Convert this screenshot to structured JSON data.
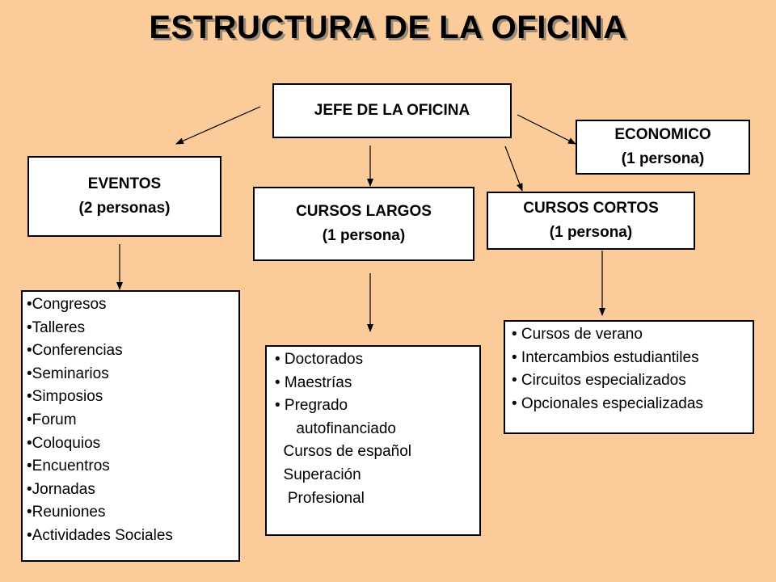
{
  "title": "ESTRUCTURA DE LA OFICINA",
  "boxes": {
    "jefe": {
      "line1": "JEFE DE LA OFICINA"
    },
    "economico": {
      "line1": "ECONOMICO",
      "line2": "(1 persona)"
    },
    "eventos": {
      "line1": "EVENTOS",
      "line2": "(2 personas)"
    },
    "cursos_largos": {
      "line1": "CURSOS LARGOS",
      "line2": "(1 persona)"
    },
    "cursos_cortos": {
      "line1": "CURSOS CORTOS",
      "line2": "(1 persona)"
    }
  },
  "lists": {
    "eventos": [
      "•Congresos",
      "•Talleres",
      "•Conferencias",
      "•Seminarios",
      "•Simposios",
      "•Forum",
      "•Coloquios",
      "•Encuentros",
      "•Jornadas",
      "•Reuniones",
      "•Actividades Sociales"
    ],
    "cursos_largos": [
      "• Doctorados",
      "• Maestrías",
      "• Pregrado",
      "     autofinanciado",
      "  Cursos de español",
      "  Superación",
      "   Profesional"
    ],
    "cursos_cortos": [
      "• Cursos de verano",
      "• Intercambios estudiantiles",
      "• Circuitos especializados",
      "• Opcionales especializadas"
    ]
  }
}
